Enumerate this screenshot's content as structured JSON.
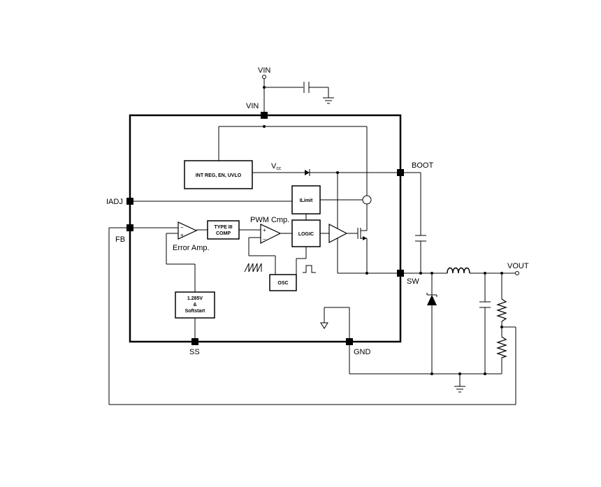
{
  "pins": {
    "vin_top": "VIN",
    "vin": "VIN",
    "boot": "BOOT",
    "iadj": "IADJ",
    "fb": "FB",
    "sw": "SW",
    "vout": "VOUT",
    "ss": "SS",
    "gnd": "GND"
  },
  "blocks": {
    "int_reg": "INT REG, EN, UVLO",
    "ilimit": "ILimit",
    "type3_line1": "TYPE III",
    "type3_line2": "COMP",
    "logic": "LOGIC",
    "osc": "OSC",
    "ref_line1": "1.285V",
    "ref_line2": "&",
    "ref_line3": "Softstart"
  },
  "labels": {
    "vcc_main": "V",
    "vcc_sub": "cc",
    "pwm_cmp": "PWM Cmp.",
    "error_amp": "Error Amp.",
    "plus": "+",
    "minus": "−"
  }
}
